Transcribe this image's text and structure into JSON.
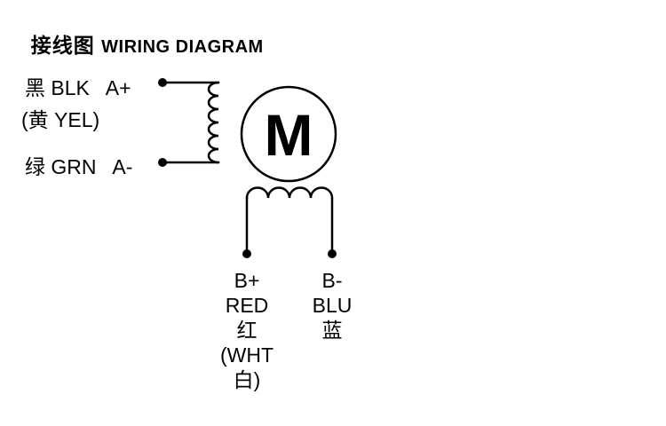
{
  "title": {
    "cjk": "接线图 ",
    "latin": "WIRING DIAGRAM"
  },
  "phase_a": {
    "plus": "黑 BLK   A+",
    "alt": "(黄 YEL)",
    "minus": "绿 GRN   A-"
  },
  "motor": {
    "symbol": "M"
  },
  "phase_b_plus": [
    "B+",
    "RED",
    "红",
    "(WHT",
    "白)"
  ],
  "phase_b_minus": [
    "B-",
    "BLU",
    "蓝"
  ],
  "colors": {
    "ink": "#000000",
    "background": "#ffffff"
  }
}
